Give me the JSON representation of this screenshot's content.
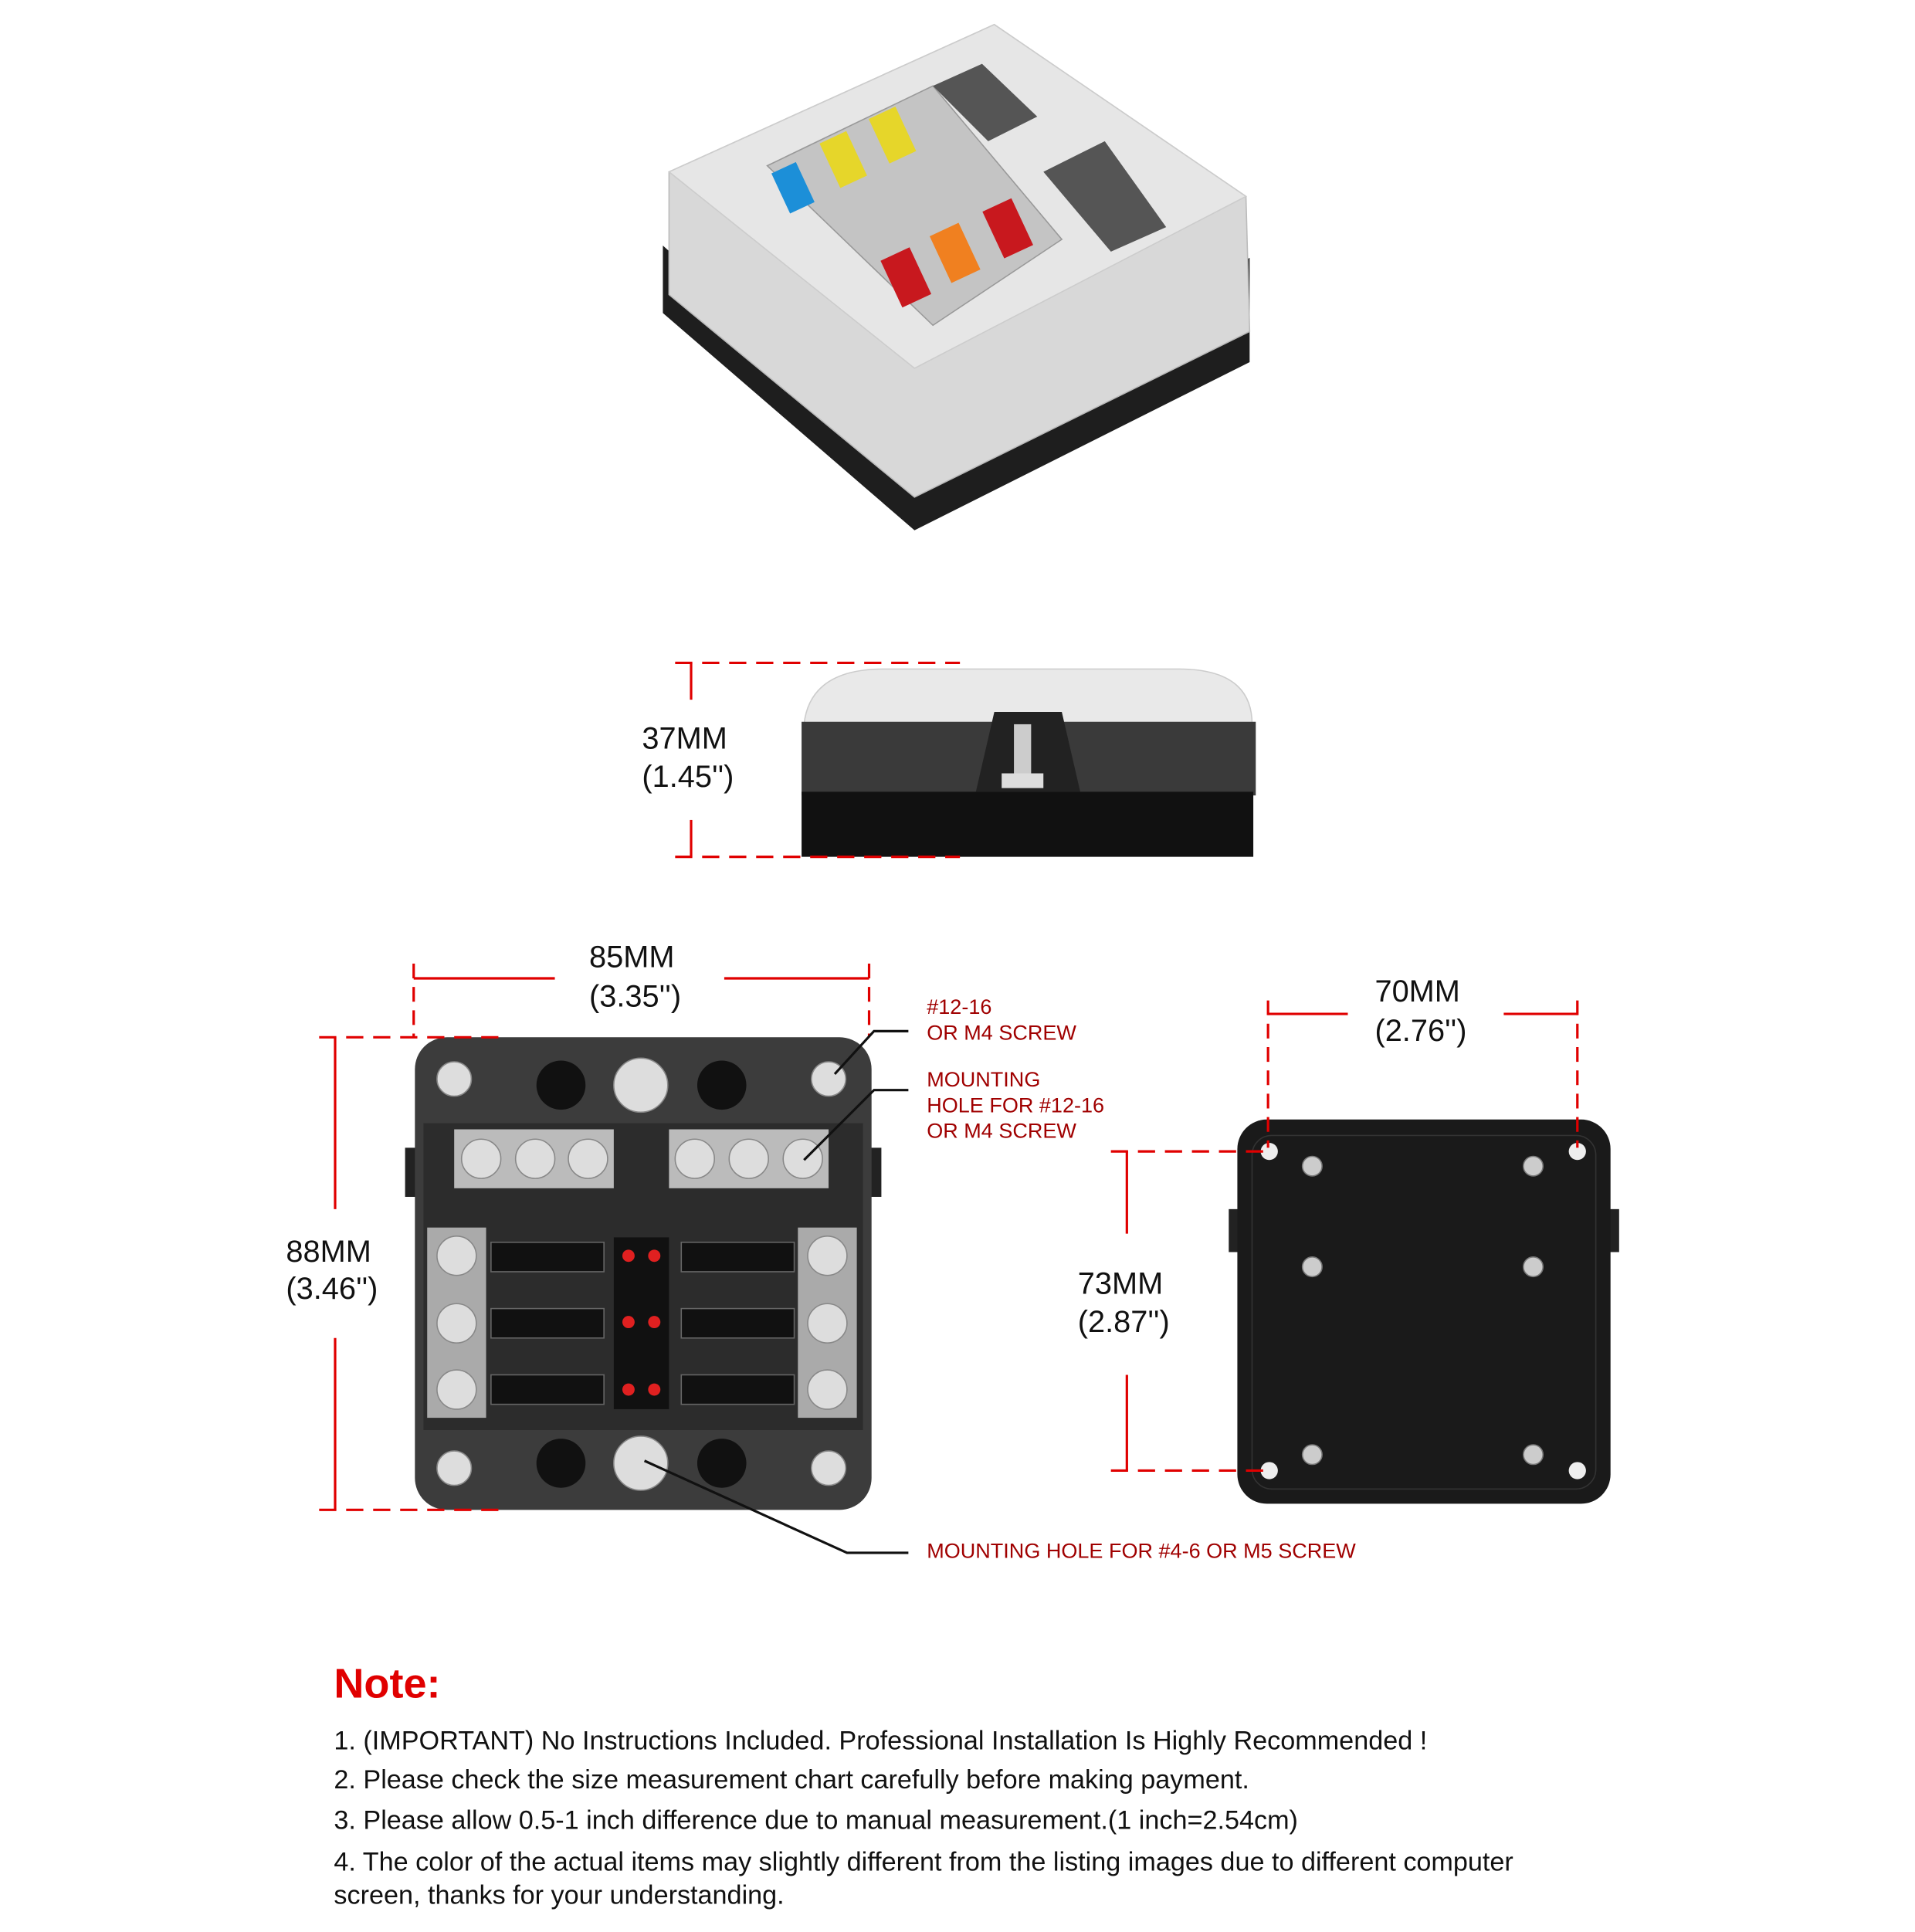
{
  "side_view": {
    "height_mm": "37MM",
    "height_in": "(1.45'')"
  },
  "top_view": {
    "width_mm": "85MM",
    "width_in": "(3.35'')",
    "height_mm": "88MM",
    "height_in": "(3.46'')",
    "callouts": {
      "screw_1": "#12-16",
      "screw_2": "OR M4 SCREW",
      "mount_1": "MOUNTING",
      "mount_2": "HOLE FOR #12-16",
      "mount_3": "OR M4 SCREW",
      "bottom": "MOUNTING HOLE FOR #4-6 OR M5 SCREW"
    }
  },
  "back_view": {
    "width_mm": "70MM",
    "width_in": "(2.76'')",
    "height_mm": "73MM",
    "height_in": "(2.87'')"
  },
  "note": {
    "title": "Note:",
    "items": [
      "1. (IMPORTANT) No Instructions Included. Professional Installation Is Highly Recommended !",
      "2. Please check the size measurement chart carefully before making payment.",
      "3. Please allow 0.5-1 inch difference due to manual measurement.(1 inch=2.54cm)",
      "4. The color of the actual items may slightly different from the listing images due to different computer",
      "screen, thanks for your understanding."
    ]
  },
  "colors": {
    "dimension_red": "#e00000",
    "label_red": "#a00000"
  }
}
